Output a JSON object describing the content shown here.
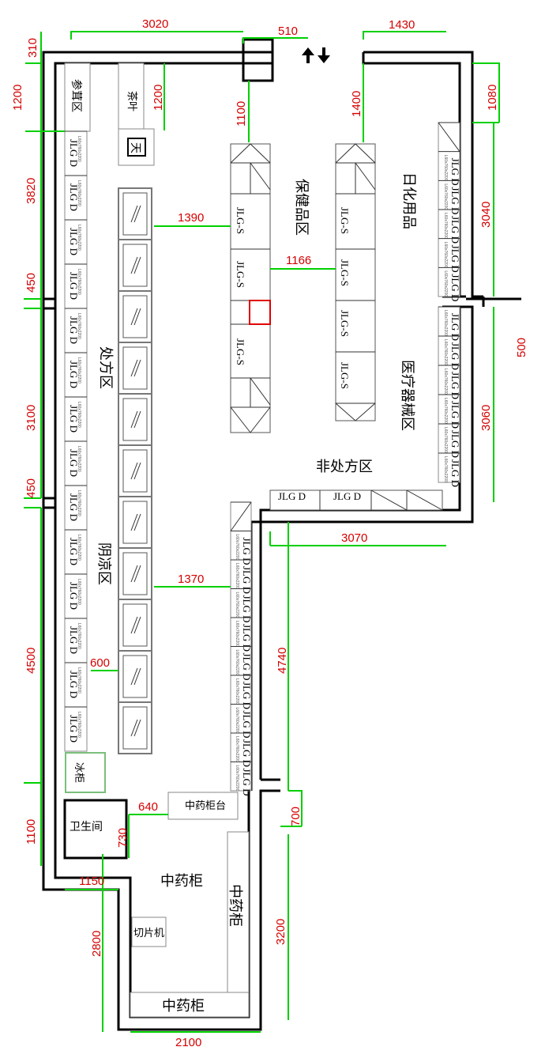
{
  "dimensions": {
    "top_3020": "3020",
    "top_510": "510",
    "top_1430": "1430",
    "left_310": "310",
    "left_1200a": "1200",
    "mid_1200b": "1200",
    "d_1100": "1100",
    "d_1400": "1400",
    "right_1080": "1080",
    "left_3820": "3820",
    "d_1390": "1390",
    "d_1166": "1166",
    "right_3040": "3040",
    "left_450a": "450",
    "right_500": "500",
    "left_3100": "3100",
    "right_3060": "3060",
    "left_450b": "450",
    "d_3070": "3070",
    "d_1370": "1370",
    "d_4740": "4740",
    "left_4500": "4500",
    "d_600": "600",
    "left_1100": "1100",
    "d_640": "640",
    "d_730": "730",
    "d_700": "700",
    "d_1150": "1150",
    "left_2800": "2800",
    "d_3200": "3200",
    "bottom_2100": "2100"
  },
  "rooms": {
    "ginseng": "参茸区",
    "tea": "茶叶",
    "heaven": "天",
    "health": "保健品区",
    "daily": "日化用品",
    "prescription": "处方区",
    "shade": "阴凉区",
    "medical": "医疗器械区",
    "otc": "非处方区",
    "fridge": "冰柜",
    "toilet": "卫生间",
    "tcm_counter": "中药柜台",
    "tcm_cabinet_a": "中药柜",
    "tcm_cabinet_b": "中药柜",
    "tcm_cabinet_c": "中药柜",
    "slicer": "切片机"
  },
  "shelves": {
    "jlg_s": "JLG-S",
    "jlg_d": "JLG D",
    "size": "L60x760x2200"
  },
  "icons": {
    "entrance": "up-down-arrow-icon"
  }
}
